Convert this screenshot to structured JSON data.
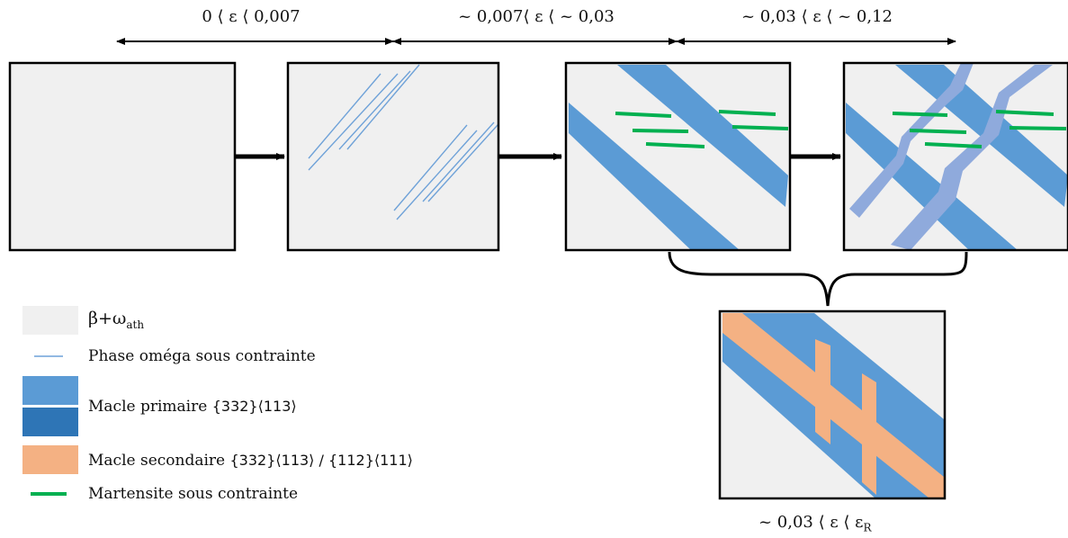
{
  "ranges": [
    "0 ⟨ ε ⟨ 0,007",
    "~ 0,007⟨ ε ⟨ ~ 0,03",
    "~ 0,03 ⟨ ε ⟨ ~ 0,12"
  ],
  "bottom_range": {
    "prefix": "~ 0,03 ⟨ ε ⟨ ε",
    "sub": "R"
  },
  "legend": {
    "matrix_main": "β+ω",
    "matrix_sub": "ath",
    "omega": "Phase oméga sous contrainte",
    "primary_prefix": "Macle primaire ",
    "primary_idx": "{332}⟨113⟩",
    "secondary_prefix": "Macle secondaire ",
    "secondary_idx": "{332}⟨113⟩ / {112}⟨111⟩",
    "martensite": "Martensite sous contrainte"
  },
  "colors": {
    "matrix": "#f0f0f0",
    "omega": "#6fa2d8",
    "primary": "#5b9bd5",
    "primary_dark": "#2e75b6",
    "twin_secondary_overlay": "#8faadc",
    "secondary": "#f4b183",
    "martensite": "#00b050",
    "frame": "#000000"
  }
}
